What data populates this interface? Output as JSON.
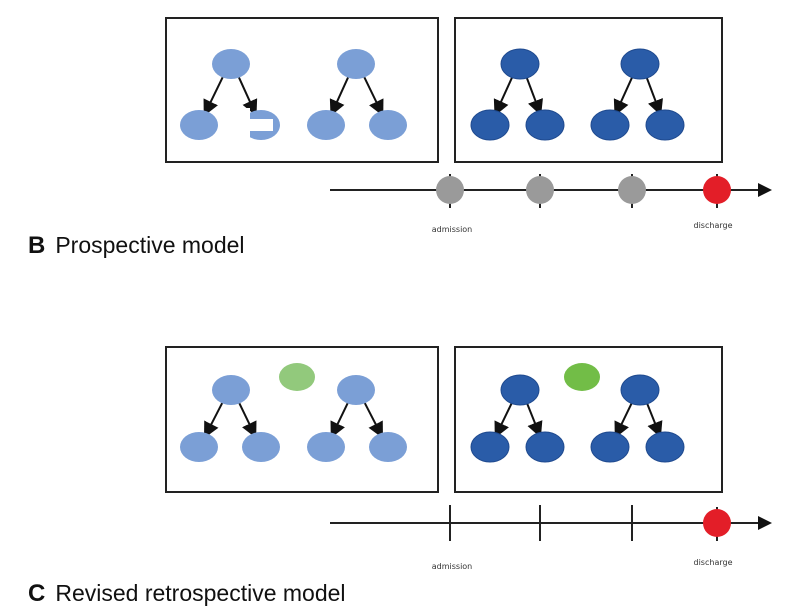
{
  "colors": {
    "light_node": "#7b9fd6",
    "dark_node": "#2a5ca8",
    "dark_node_stroke": "#1f4a8f",
    "green_light": "#92c97c",
    "green_dark": "#72bd47",
    "timepoint_grey": "#9a9a9a",
    "discharge_red": "#e31e28",
    "line": "#222222"
  },
  "panels": [
    {
      "id": "B",
      "letter": "B",
      "title": "Prospective model",
      "timeline": {
        "labels": {
          "admission": "admission",
          "discharge": "discharge"
        },
        "markers": [
          "grey-dot",
          "grey-dot",
          "grey-dot",
          "red-dot"
        ]
      },
      "boxes": [
        {
          "shade": "light",
          "has_partial_node": true,
          "has_green_node": false
        },
        {
          "shade": "dark",
          "has_partial_node": false,
          "has_green_node": false
        }
      ]
    },
    {
      "id": "C",
      "letter": "C",
      "title": "Revised retrospective model",
      "timeline": {
        "labels": {
          "admission": "admission",
          "discharge": "discharge"
        },
        "markers": [
          "tick",
          "tick",
          "tick",
          "red-dot"
        ]
      },
      "boxes": [
        {
          "shade": "light",
          "has_partial_node": false,
          "has_green_node": true
        },
        {
          "shade": "dark",
          "has_partial_node": false,
          "has_green_node": true
        }
      ]
    }
  ]
}
